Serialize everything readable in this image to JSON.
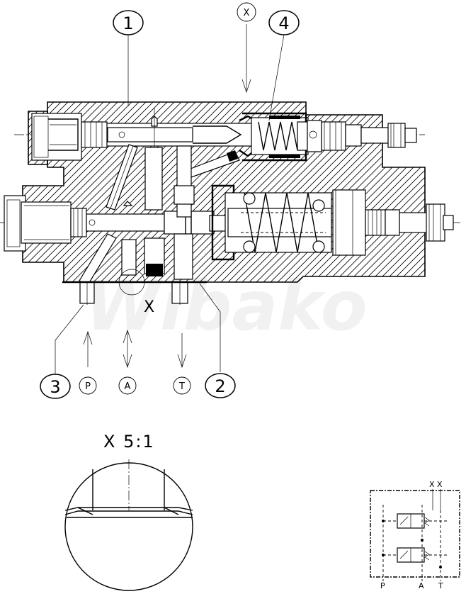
{
  "balloons": {
    "b1": "1",
    "b2": "2",
    "b3": "3",
    "b4": "4",
    "view_x": "X"
  },
  "ports": {
    "p": "P",
    "a": "A",
    "t": "T"
  },
  "detail_marker": "X",
  "detail_title": "X 5:1",
  "watermark": "Wibako",
  "schematic": {
    "top_x1": "X",
    "top_x2": "X",
    "port_p": "P",
    "port_a": "A",
    "port_t": "T"
  }
}
